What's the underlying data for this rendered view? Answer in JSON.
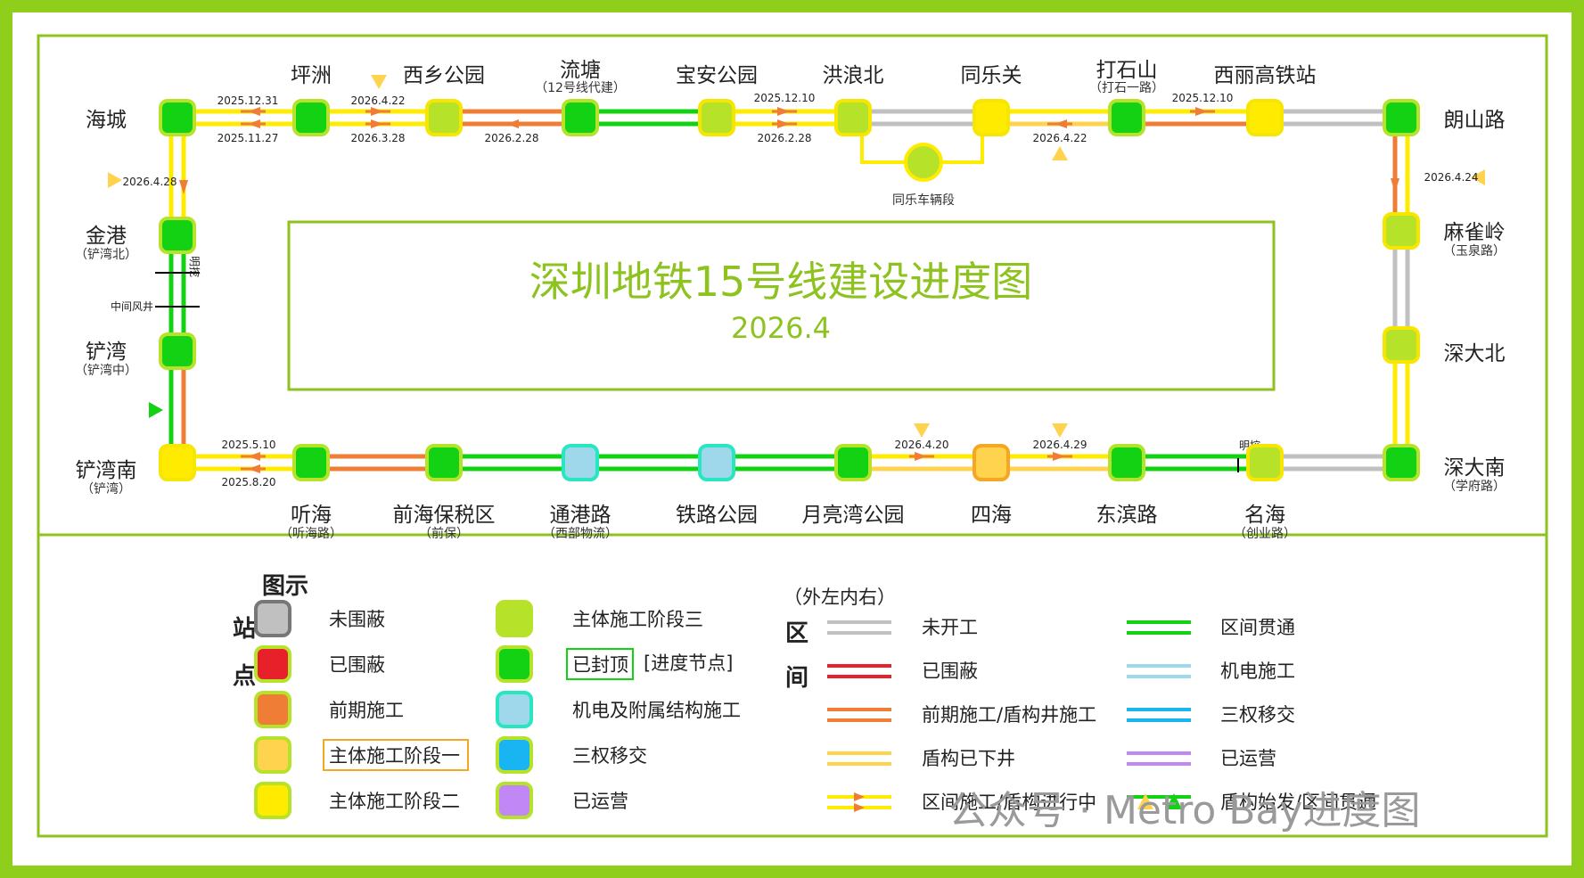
{
  "title": "深圳地铁15号线建设进度图",
  "period": "2026.4",
  "colors": {
    "gray": "#c0c0c0",
    "red": "#e8202a",
    "orange": "#f07d36",
    "yellow_light": "#ffd34d",
    "yellow": "#ffeb00",
    "lime": "#b6e32a",
    "green": "#13d113",
    "cyan": "#9fd8ea",
    "teal": "#27e6c0",
    "blue": "#19b4f2",
    "purple": "#c187f5",
    "frame": "#8dc21f"
  },
  "stations": [
    {
      "id": "haicheng",
      "name": "海城",
      "sub": "",
      "status": "green"
    },
    {
      "id": "pingzhou",
      "name": "坪洲",
      "sub": "",
      "status": "green"
    },
    {
      "id": "xixiang",
      "name": "西乡公园",
      "sub": "",
      "status": "lime"
    },
    {
      "id": "liutang",
      "name": "流塘",
      "sub": "（12号线代建）",
      "status": "green"
    },
    {
      "id": "baoan",
      "name": "宝安公园",
      "sub": "",
      "status": "lime"
    },
    {
      "id": "honglangbei",
      "name": "洪浪北",
      "sub": "",
      "status": "lime"
    },
    {
      "id": "tongleguan",
      "name": "同乐关",
      "sub": "",
      "status": "yellow"
    },
    {
      "id": "dashishan",
      "name": "打石山",
      "sub": "（打石一路）",
      "status": "green"
    },
    {
      "id": "xili",
      "name": "西丽高铁站",
      "sub": "",
      "status": "yellow"
    },
    {
      "id": "langshan",
      "name": "朗山路",
      "sub": "",
      "status": "green"
    },
    {
      "id": "maqueling",
      "name": "麻雀岭",
      "sub": "（玉泉路）",
      "status": "lime"
    },
    {
      "id": "shendabei",
      "name": "深大北",
      "sub": "",
      "status": "lime"
    },
    {
      "id": "shendanan",
      "name": "深大南",
      "sub": "（学府路）",
      "status": "green"
    },
    {
      "id": "minghai",
      "name": "名海",
      "sub": "（创业路）",
      "status": "lime"
    },
    {
      "id": "dongbin",
      "name": "东滨路",
      "sub": "",
      "status": "green"
    },
    {
      "id": "sihai",
      "name": "四海",
      "sub": "",
      "status": "yellow_light"
    },
    {
      "id": "yueliangwan",
      "name": "月亮湾公园",
      "sub": "",
      "status": "green"
    },
    {
      "id": "tielu",
      "name": "铁路公园",
      "sub": "",
      "status": "cyan"
    },
    {
      "id": "tonggang",
      "name": "通港路",
      "sub": "（西部物流）",
      "status": "cyan"
    },
    {
      "id": "qianhai",
      "name": "前海保税区",
      "sub": "（前保）",
      "status": "green"
    },
    {
      "id": "tinghai",
      "name": "听海",
      "sub": "（听海路）",
      "status": "green"
    },
    {
      "id": "chanwannan",
      "name": "铲湾南",
      "sub": "（铲湾）",
      "status": "yellow"
    },
    {
      "id": "chanwan",
      "name": "铲湾",
      "sub": "（铲湾中）",
      "status": "green"
    },
    {
      "id": "jingang",
      "name": "金港",
      "sub": "（铲湾北）",
      "status": "green"
    }
  ],
  "depot": {
    "name": "同乐车辆段",
    "status": "lime"
  },
  "shaft_label": "中间风井",
  "open_cut_label": "明挖",
  "dates": {
    "haicheng_pingzhou_top": "2025.12.31",
    "haicheng_pingzhou_bottom": "2025.11.27",
    "pingzhou_xixiang_top": "2026.4.22",
    "pingzhou_xixiang_bottom": "2026.3.28",
    "xixiang_liutang": "2026.2.28",
    "baoan_honglang_top": "2025.12.10",
    "baoan_honglang_bottom": "2026.2.28",
    "tongle_dashishan": "2026.4.22",
    "dashishan_xili": "2025.12.10",
    "langshan_maque": "2026.4.24",
    "haicheng_jingang": "2026.4.28",
    "chanwannan_tinghai_top": "2025.5.10",
    "chanwannan_tinghai_bottom": "2025.8.20",
    "yueliang_sihai": "2026.4.20",
    "sihai_dongbin": "2026.4.29"
  },
  "legend": {
    "heading": "图示",
    "station_label": [
      "站",
      "点"
    ],
    "section_label": [
      "区",
      "间"
    ],
    "direction_note": "（外左内右）",
    "station_items": [
      {
        "label": "未围蔽",
        "color": "gray"
      },
      {
        "label": "已围蔽",
        "color": "red"
      },
      {
        "label": "前期施工",
        "color": "orange"
      },
      {
        "label": "主体施工阶段一",
        "color": "yellow_light",
        "boxed": true
      },
      {
        "label": "主体施工阶段二",
        "color": "yellow"
      },
      {
        "label": "主体施工阶段三",
        "color": "lime"
      },
      {
        "label": "已封顶",
        "color": "green",
        "boxed": true,
        "note": "[进度节点]"
      },
      {
        "label": "机电及附属结构施工",
        "color": "cyan"
      },
      {
        "label": "三权移交",
        "color": "blue"
      },
      {
        "label": "已运营",
        "color": "purple"
      }
    ],
    "section_items": [
      {
        "label": "未开工",
        "color": "gray"
      },
      {
        "label": "已围蔽",
        "color": "red"
      },
      {
        "label": "前期施工/盾构井施工",
        "color": "orange"
      },
      {
        "label": "盾构已下井",
        "color": "yellow_light"
      },
      {
        "label": "区间施工/盾构进行中",
        "color": "yellow",
        "arrow": true
      },
      {
        "label": "区间贯通",
        "color": "green"
      },
      {
        "label": "机电施工",
        "color": "cyan"
      },
      {
        "label": "三权移交",
        "color": "blue"
      },
      {
        "label": "已运营",
        "color": "purple"
      },
      {
        "label": "盾构始发/区间贯通",
        "color": "green",
        "triangles": true
      }
    ]
  },
  "watermark": "公众号 · Metro Bay进度图"
}
